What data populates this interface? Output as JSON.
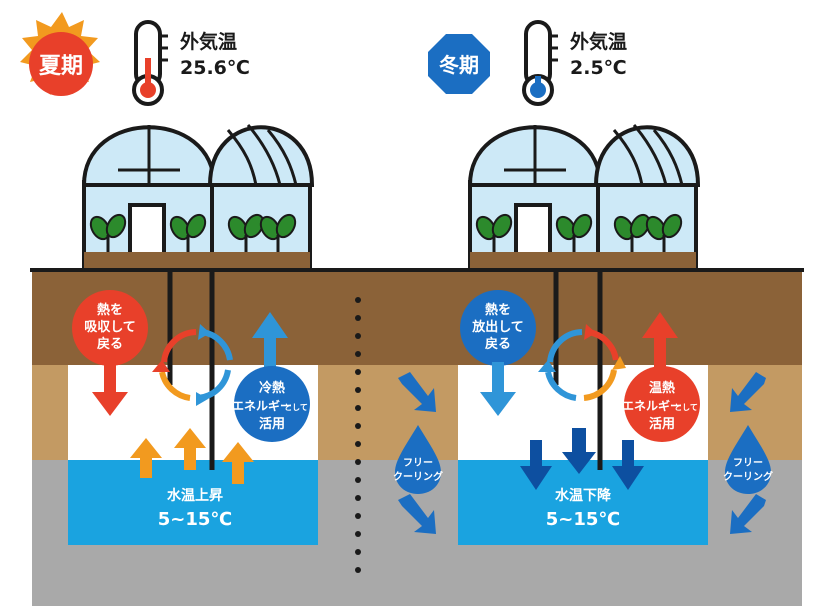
{
  "summer": {
    "season_label": "夏期",
    "outside_temp_label": "外気温",
    "outside_temp_value": "25.6℃",
    "heat_note": [
      "熱を",
      "吸収して",
      "戻る"
    ],
    "energy_note": [
      "冷熱",
      "エネルギー",
      "として",
      "活用"
    ],
    "water_label": "水温上昇",
    "water_range": "5~15℃"
  },
  "winter": {
    "season_label": "冬期",
    "outside_temp_label": "外気温",
    "outside_temp_value": "2.5℃",
    "heat_note": [
      "熱を",
      "放出して",
      "戻る"
    ],
    "energy_note": [
      "温熱",
      "エネルギー",
      "として",
      "活用"
    ],
    "water_label": "水温下降",
    "water_range": "5~15℃"
  },
  "free_cooling_label": [
    "フリー",
    "クーリング"
  ],
  "colors": {
    "red": "#e8402a",
    "blue": "#1b6ec2",
    "light_blue": "#2f95d8",
    "orange": "#f29a1f",
    "soil_dark": "#8b6238",
    "soil_light": "#c39a63",
    "rock": "#a9a9a9",
    "water": "#1aa3e0",
    "navy": "#0d4fa0"
  }
}
